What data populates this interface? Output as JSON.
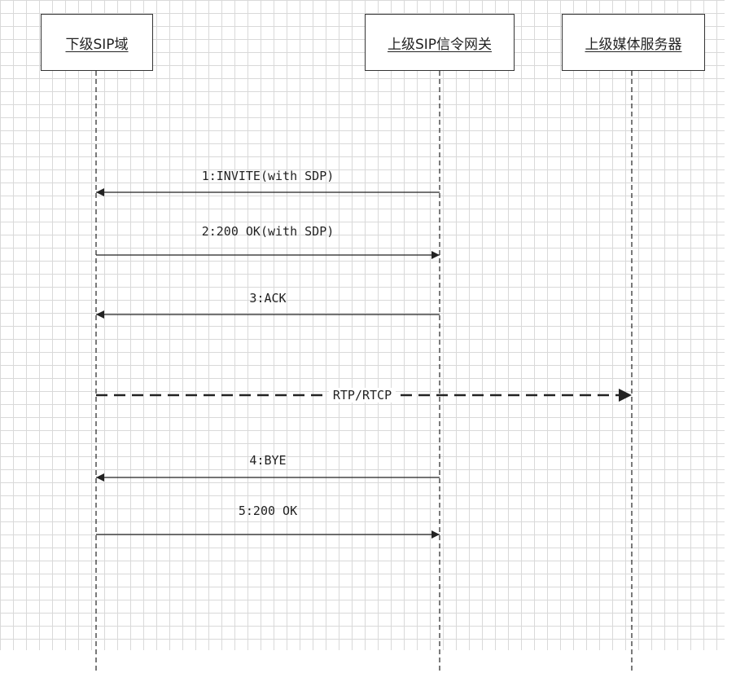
{
  "participants": [
    {
      "id": "lower-sip-domain",
      "label": "下级SIP域"
    },
    {
      "id": "upper-sip-gateway",
      "label": "上级SIP信令网关"
    },
    {
      "id": "upper-media-server",
      "label": "上级媒体服务器"
    }
  ],
  "messages": [
    {
      "id": "invite",
      "label": "1:INVITE(with SDP)",
      "from": "upper-sip-gateway",
      "to": "lower-sip-domain",
      "style": "solid"
    },
    {
      "id": "ok-sdp",
      "label": "2:200 OK(with SDP)",
      "from": "lower-sip-domain",
      "to": "upper-sip-gateway",
      "style": "solid"
    },
    {
      "id": "ack",
      "label": "3:ACK",
      "from": "upper-sip-gateway",
      "to": "lower-sip-domain",
      "style": "solid"
    },
    {
      "id": "rtp",
      "label": "RTP/RTCP",
      "from": "lower-sip-domain",
      "to": "upper-media-server",
      "style": "dashed"
    },
    {
      "id": "bye",
      "label": "4:BYE",
      "from": "upper-sip-gateway",
      "to": "lower-sip-domain",
      "style": "solid"
    },
    {
      "id": "ok-bye",
      "label": "5:200 OK",
      "from": "lower-sip-domain",
      "to": "upper-sip-gateway",
      "style": "solid"
    }
  ],
  "colors": {
    "line": "#222222",
    "grid": "#d9d9d9",
    "box_border": "#333333"
  }
}
